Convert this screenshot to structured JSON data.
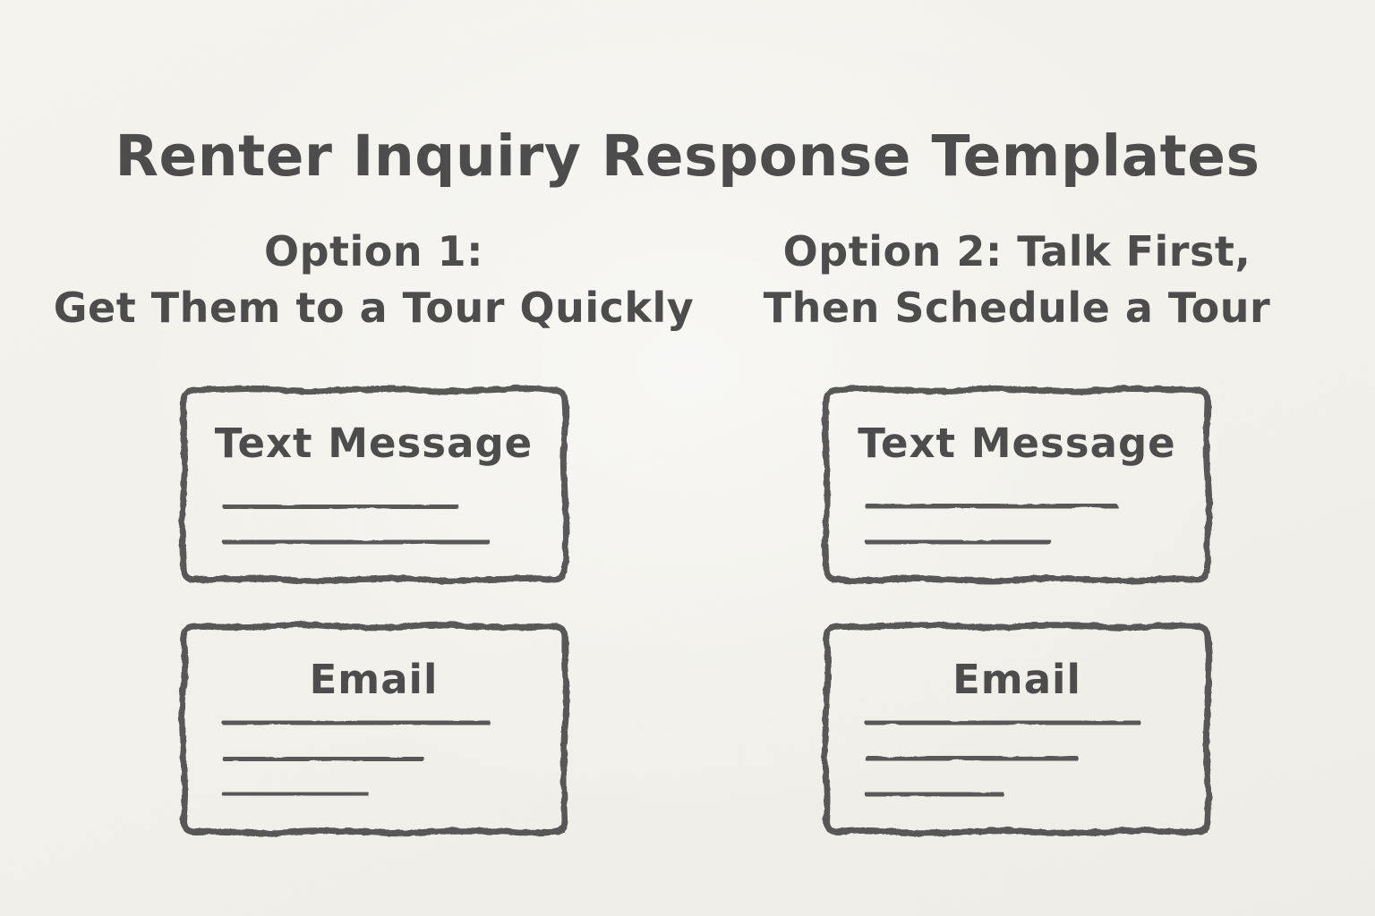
{
  "page": {
    "title": "Renter Inquiry Response Templates",
    "paper_color": "#f4f3ee",
    "ink_color": "#4a4a4a"
  },
  "columns": [
    {
      "heading_lines": [
        "Option 1:",
        "Get Them to a Tour Quickly"
      ],
      "cards": [
        {
          "label": "Text Message",
          "placeholder_line_widths_pct": [
            59,
            67
          ]
        },
        {
          "label": "Email",
          "placeholder_line_widths_pct": [
            67,
            50,
            36
          ]
        }
      ]
    },
    {
      "heading_lines": [
        "Option 2: Talk First,",
        "Then Schedule a Tour"
      ],
      "cards": [
        {
          "label": "Text Message",
          "placeholder_line_widths_pct": [
            63,
            46
          ]
        },
        {
          "label": "Email",
          "placeholder_line_widths_pct": [
            69,
            53,
            34
          ]
        }
      ]
    }
  ]
}
